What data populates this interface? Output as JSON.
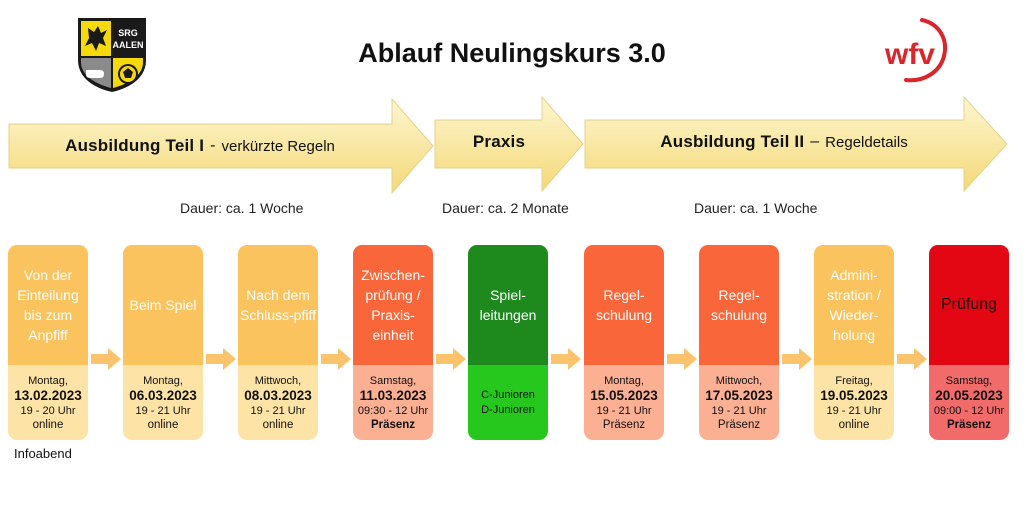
{
  "title": "Ablauf Neulingskurs 3.0",
  "logos": {
    "srg": {
      "text_line1": "SRG",
      "text_line2": "AALEN"
    },
    "wfv": {
      "text": "wfv",
      "color": "#d9262a"
    }
  },
  "arrows": [
    {
      "main": "Ausbildung Teil I",
      "sep": "-",
      "sub": "verkürzte Regeln"
    },
    {
      "main": "Praxis",
      "sep": "",
      "sub": ""
    },
    {
      "main": "Ausbildung Teil II",
      "sep": "–",
      "sub": "Regeldetails"
    }
  ],
  "durations": [
    "Dauer: ca. 1 Woche",
    "Dauer: ca. 2 Monate",
    "Dauer: ca. 1 Woche"
  ],
  "stages": [
    {
      "title": "Von der Einteilung bis zum Anpfiff",
      "day": "Montag,",
      "date": "13.02.2023",
      "time": "19 - 20 Uhr",
      "mode": "online",
      "note": ""
    },
    {
      "title": "Beim Spiel",
      "day": "Montag,",
      "date": "06.03.2023",
      "time": "19 - 21 Uhr",
      "mode": "online",
      "note": ""
    },
    {
      "title": "Nach dem Schluss-pfiff",
      "day": "Mittwoch,",
      "date": "08.03.2023",
      "time": "19 - 21 Uhr",
      "mode": "online",
      "note": ""
    },
    {
      "title": "Zwischen-prüfung / Praxis-einheit",
      "day": "Samstag,",
      "date": "11.03.2023",
      "time": "09:30 - 12 Uhr",
      "mode": "Präsenz",
      "note": ""
    },
    {
      "title": "Spiel-leitungen",
      "day": "",
      "date": "",
      "time": "",
      "mode": "",
      "note": "C-Junioren D-Junioren"
    },
    {
      "title": "Regel-schulung",
      "day": "Montag,",
      "date": "15.05.2023",
      "time": "19 - 21 Uhr",
      "mode": "Präsenz",
      "note": ""
    },
    {
      "title": "Regel-schulung",
      "day": "Mittwoch,",
      "date": "17.05.2023",
      "time": "19 - 21 Uhr",
      "mode": "Präsenz",
      "note": ""
    },
    {
      "title": "Admini-stration / Wieder-holung",
      "day": "Freitag,",
      "date": "19.05.2023",
      "time": "19 - 21 Uhr",
      "mode": "online",
      "note": ""
    },
    {
      "title": "Prüfung",
      "day": "Samstag,",
      "date": "20.05.2023",
      "time": "09:00 - 12 Uhr",
      "mode": "Präsenz",
      "note": ""
    }
  ],
  "infoabend": "Infoabend",
  "colors": {
    "arrow_fill_top": "#fdf3c2",
    "arrow_fill_bottom": "#f4d978",
    "connector": "#fbc36c",
    "yellow_top": "#fbc35e",
    "yellow_bottom": "#fde3a6",
    "orange_top": "#f9663a",
    "orange_bottom": "#fcb093",
    "green_top": "#1e8a1e",
    "green_bottom": "#27c81e",
    "red_top": "#e30613",
    "red_bottom": "#f26b6b"
  }
}
